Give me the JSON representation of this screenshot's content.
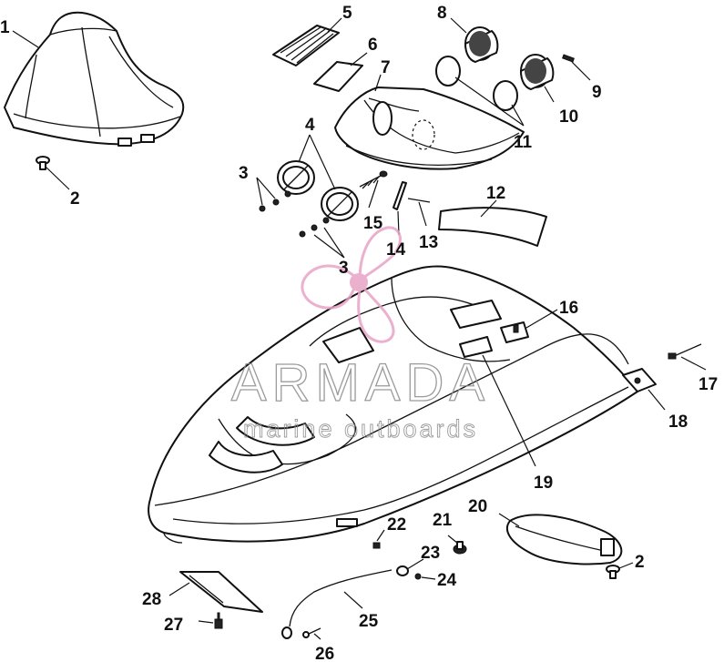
{
  "watermark": {
    "brand": "ARMADA",
    "tagline": "marine outboards",
    "accent_color": "#e8a3c6",
    "text_color": "#8a8a8a"
  },
  "callouts": [
    "1",
    "2",
    "3",
    "4",
    "5",
    "6",
    "7",
    "8",
    "9",
    "10",
    "11",
    "12",
    "13",
    "14",
    "15",
    "16",
    "17",
    "18",
    "19",
    "20",
    "21",
    "22",
    "23",
    "24",
    "25",
    "26",
    "27",
    "28"
  ],
  "callout_labels": {
    "c1": "1",
    "c2a": "2",
    "c3a": "3",
    "c3b": "3",
    "c4": "4",
    "c5": "5",
    "c6": "6",
    "c7": "7",
    "c8": "8",
    "c9": "9",
    "c10": "10",
    "c11": "11",
    "c12": "12",
    "c13": "13",
    "c14": "14",
    "c15": "15",
    "c16": "16",
    "c17": "17",
    "c18": "18",
    "c19": "19",
    "c20": "20",
    "c2b": "2",
    "c21": "21",
    "c22": "22",
    "c23": "23",
    "c24": "24",
    "c25": "25",
    "c26": "26",
    "c27": "27",
    "c28": "28"
  }
}
